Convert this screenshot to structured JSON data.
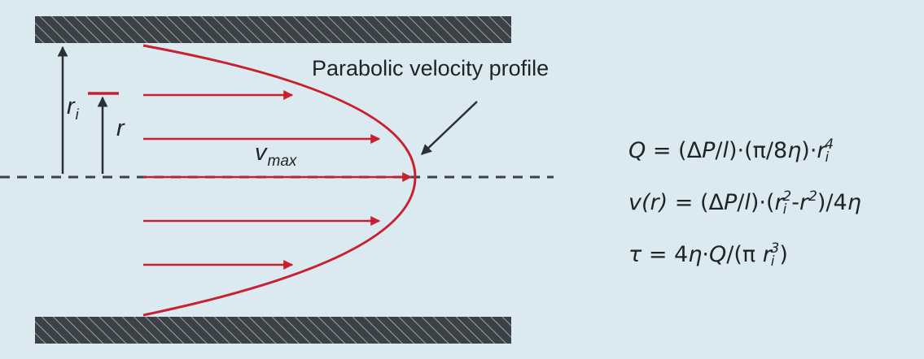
{
  "diagram": {
    "callout_label": "Parabolic velocity profile",
    "label_ri": {
      "main": "r",
      "sub": "i"
    },
    "label_r": "r",
    "label_vmax": {
      "main": "v",
      "sub": "max"
    },
    "colors": {
      "background": "#dbe9f1",
      "wall": "#3b4145",
      "profile": "#c8202f",
      "text": "#1f2325"
    }
  },
  "equations": [
    {
      "id": "flow-rate",
      "parts": [
        {
          "t": "Q",
          "s": "i"
        },
        {
          "t": " = (Δ"
        },
        {
          "t": "P",
          "s": "i"
        },
        {
          "t": "/"
        },
        {
          "t": "l",
          "s": "i"
        },
        {
          "t": ")·(π/8"
        },
        {
          "t": "η",
          "s": "i"
        },
        {
          "t": ")·"
        },
        {
          "t": "r",
          "s": "i"
        },
        {
          "t": "i",
          "s": "sub"
        },
        {
          "t": "4",
          "s": "sup"
        }
      ]
    },
    {
      "id": "velocity",
      "parts": [
        {
          "t": "v(r)",
          "s": "i"
        },
        {
          "t": " = (Δ"
        },
        {
          "t": "P",
          "s": "i"
        },
        {
          "t": "/"
        },
        {
          "t": "l",
          "s": "i"
        },
        {
          "t": ")·("
        },
        {
          "t": "r",
          "s": "i"
        },
        {
          "t": "i",
          "s": "sub"
        },
        {
          "t": "2",
          "s": "sup"
        },
        {
          "t": "-"
        },
        {
          "t": "r",
          "s": "i"
        },
        {
          "t": "2",
          "s": "sup"
        },
        {
          "t": ")/4"
        },
        {
          "t": "η",
          "s": "i"
        }
      ]
    },
    {
      "id": "shear-stress",
      "parts": [
        {
          "t": "τ",
          "s": "i"
        },
        {
          "t": " = 4"
        },
        {
          "t": "η",
          "s": "i"
        },
        {
          "t": "·"
        },
        {
          "t": "Q",
          "s": "i"
        },
        {
          "t": "/(π "
        },
        {
          "t": "r",
          "s": "i"
        },
        {
          "t": "i",
          "s": "sub"
        },
        {
          "t": "3",
          "s": "sup"
        },
        {
          "t": ")"
        }
      ]
    }
  ]
}
